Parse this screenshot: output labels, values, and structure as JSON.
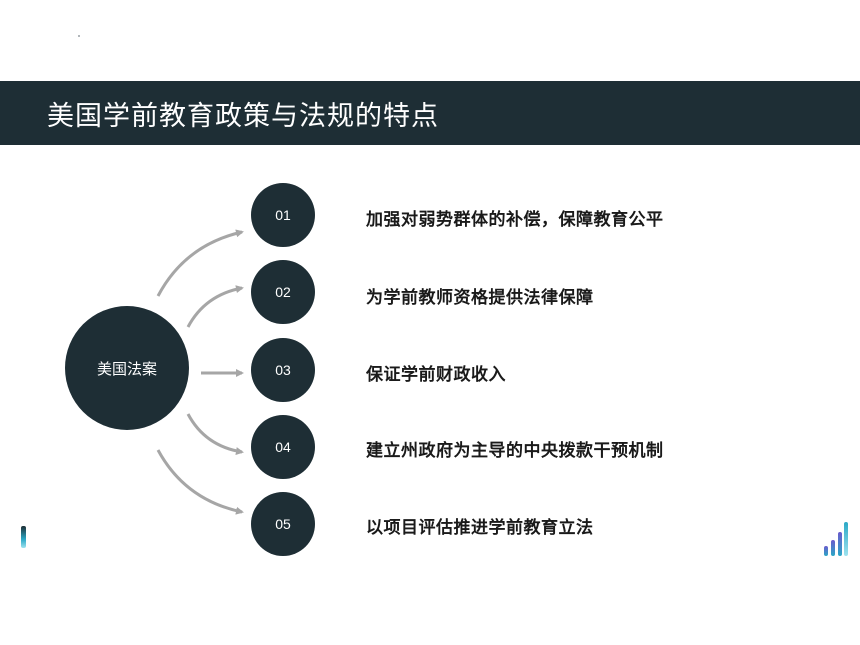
{
  "title": "美国学前教育政策与法规的特点",
  "center": {
    "label": "美国法案"
  },
  "items": [
    {
      "num": "01",
      "text": "加强对弱势群体的补偿，保障教育公平"
    },
    {
      "num": "02",
      "text": "为学前教师资格提供法律保障"
    },
    {
      "num": "03",
      "text": "保证学前财政收入"
    },
    {
      "num": "04",
      "text": "建立州政府为主导的中央拨款干预机制"
    },
    {
      "num": "05",
      "text": "以项目评估推进学前教育立法"
    }
  ],
  "colors": {
    "dark": "#1e2e35",
    "arrow": "#a6a6a6",
    "accent": "#2aa8c6"
  }
}
